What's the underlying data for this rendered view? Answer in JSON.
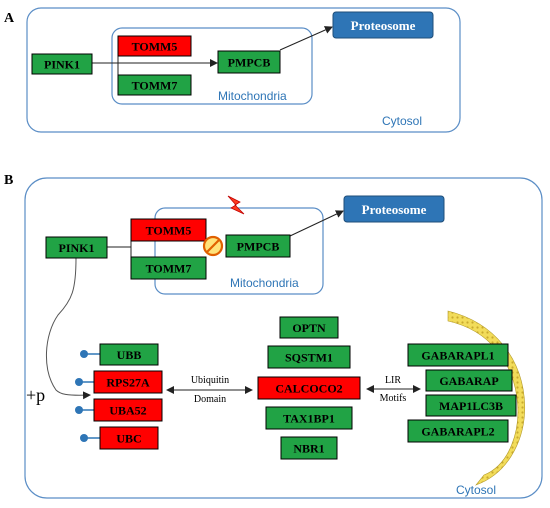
{
  "panelA": {
    "label": "A",
    "cytosol": "Cytosol",
    "mitochondria": "Mitochondria",
    "proteosome": "Proteosome",
    "pink1": "PINK1",
    "tomm5": "TOMM5",
    "tomm7": "TOMM7",
    "pmpcb": "PMPCB"
  },
  "panelB": {
    "label": "B",
    "cytosol": "Cytosol",
    "mitochondria": "Mitochondria",
    "proteosome": "Proteosome",
    "pink1": "PINK1",
    "tomm5": "TOMM5",
    "tomm7": "TOMM7",
    "pmpcb": "PMPCB",
    "phospho": "+p",
    "ubiquitin_genes": [
      "UBB",
      "RPS27A",
      "UBA52",
      "UBC"
    ],
    "receptors": [
      "OPTN",
      "SQSTM1",
      "CALCOCO2",
      "TAX1BP1",
      "NBR1"
    ],
    "atg8_genes": [
      "GABARAPL1",
      "GABARAP",
      "MAP1LC3B",
      "GABARAPL2"
    ],
    "ubiquitin_domain_line1": "Ubiquitin",
    "ubiquitin_domain_line2": "Domain",
    "lir_line1": "LIR",
    "lir_line2": "Motifs"
  },
  "colors": {
    "green": "#21a345",
    "red": "#ff0000",
    "blue_box": "#2e75b6",
    "cell_border": "#5b8ec6",
    "membrane": "#f2dc5a"
  },
  "icons": [
    "lightning-icon",
    "inhibit-icon",
    "ubiquitin-lollipop-icon",
    "membrane-arc-icon"
  ]
}
